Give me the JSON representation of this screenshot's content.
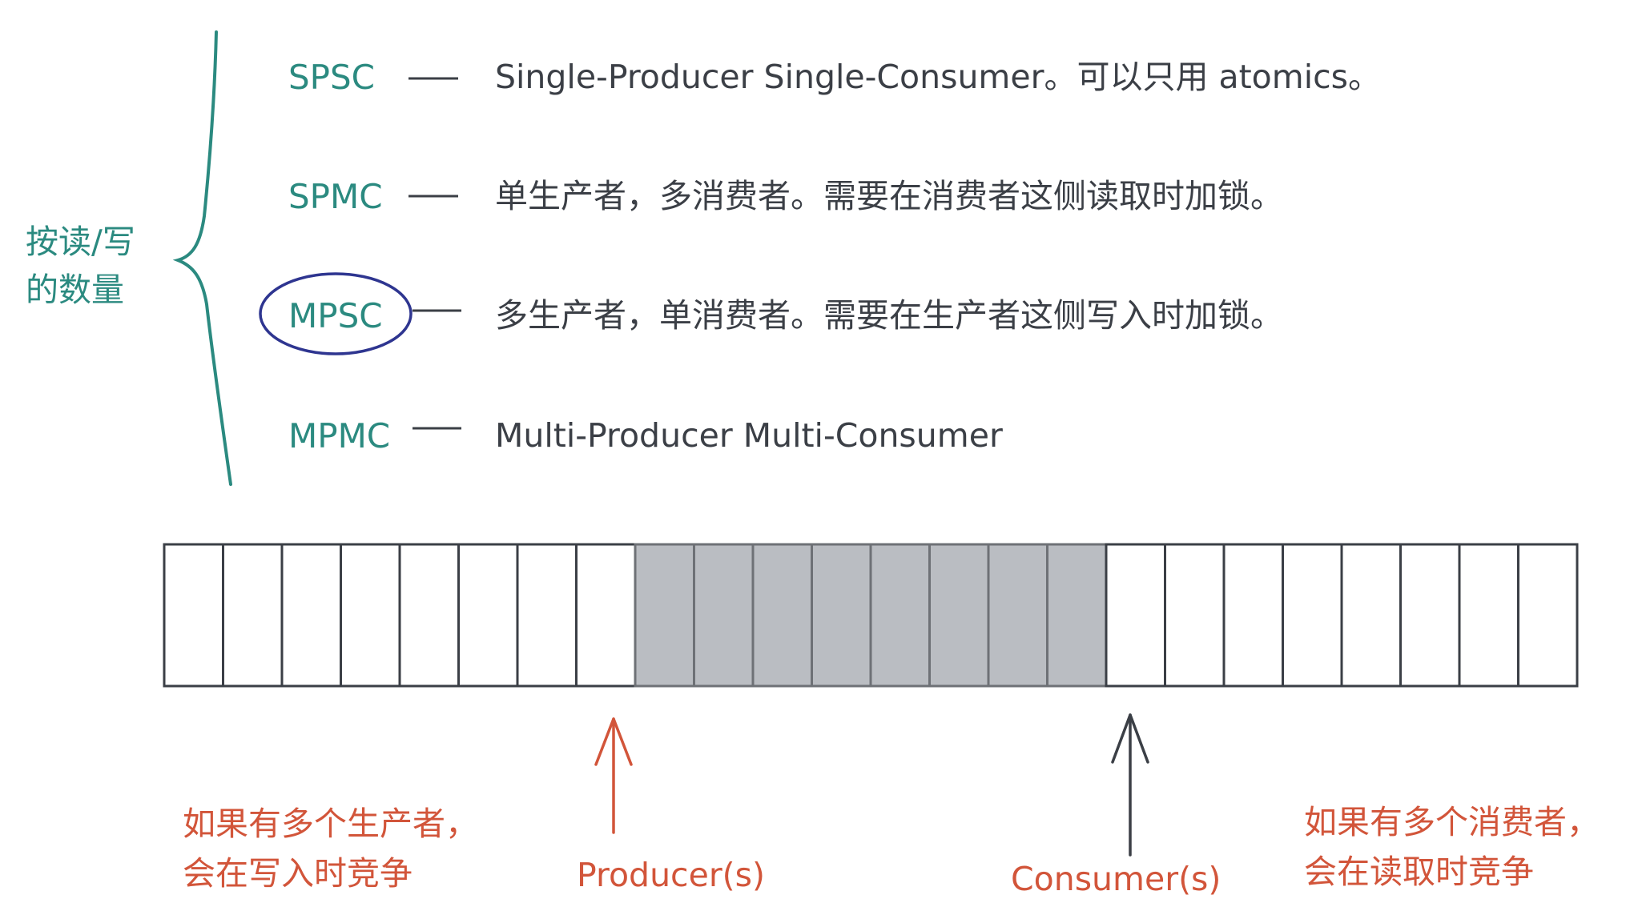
{
  "side_label": {
    "line1": "按读/写",
    "line2": "的数量"
  },
  "categories": [
    {
      "abbr": "SPSC",
      "desc": "Single-Producer Single-Consumer。可以只用 atomics。",
      "circled": false
    },
    {
      "abbr": "SPMC",
      "desc": "单生产者，多消费者。需要在消费者这侧读取时加锁。",
      "circled": false
    },
    {
      "abbr": "MPSC",
      "desc": "多生产者，单消费者。需要在生产者这侧写入时加锁。",
      "circled": true
    },
    {
      "abbr": "MPMC",
      "desc": "Multi-Producer Multi-Consumer",
      "circled": false
    }
  ],
  "buffer": {
    "total_cells": 24,
    "filled_start": 8,
    "filled_count": 8
  },
  "pointers": {
    "producer": {
      "label": "Producer(s)",
      "note_line1": "如果有多个生产者，",
      "note_line2": "会在写入时竞争"
    },
    "consumer": {
      "label": "Consumer(s)",
      "note_line1": "如果有多个消费者，",
      "note_line2": "会在读取时竞争"
    }
  },
  "colors": {
    "teal": "#2b8a80",
    "dark": "#3b3f46",
    "red": "#d2553a",
    "circle": "#2e3590",
    "filled_cell": "#babdc2"
  }
}
